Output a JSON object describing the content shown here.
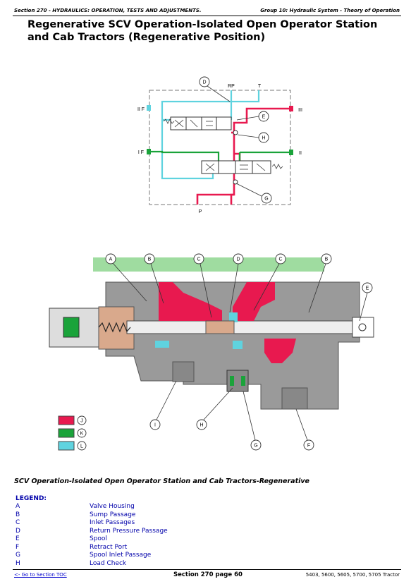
{
  "header": {
    "left": "Section 270 - HYDRAULICS: OPERATION, TESTS AND ADJUSTMENTS.",
    "right": "Group 10: Hydraulic System - Theory of Operation"
  },
  "title": "Regenerative SCV Operation-Isolated Open Operator Station and Cab Tractors (Regenerative Position)",
  "schematic_labels": {
    "rp": "RP",
    "t": "T",
    "p": "P",
    "iif": "II F",
    "iii": "III",
    "if": "I F",
    "ii": "II",
    "d": "D",
    "e": "E",
    "h": "H",
    "g": "G"
  },
  "cutaway_labels": {
    "a": "A",
    "b1": "B",
    "c1": "C",
    "d": "D",
    "c2": "C",
    "b2": "B",
    "e": "E",
    "i": "I",
    "h": "H",
    "g": "G",
    "f": "F"
  },
  "key_labels": [
    "J",
    "K",
    "L"
  ],
  "colors": {
    "pressure": "#e8194f",
    "green": "#1aa33a",
    "cyan": "#5fd3df",
    "lime": "#9fdca0",
    "gray": "#9a9a9a"
  },
  "caption": "SCV Operation-Isolated Open Operator Station and Cab Tractors-Regenerative",
  "legend": {
    "title": "LEGEND:",
    "items": [
      {
        "key": "A",
        "label": "Valve Housing"
      },
      {
        "key": "B",
        "label": "Sump Passage"
      },
      {
        "key": "C",
        "label": "Inlet Passages"
      },
      {
        "key": "D",
        "label": "Return Pressure Passage"
      },
      {
        "key": "E",
        "label": "Spool"
      },
      {
        "key": "F",
        "label": "Retract Port"
      },
      {
        "key": "G",
        "label": "Spool Inlet Passage"
      },
      {
        "key": "H",
        "label": "Load Check"
      }
    ]
  },
  "footer": {
    "left": "<- Go to Section TOC",
    "center": "Section 270 page 60",
    "right": "5403, 5600, 5605, 5700, 5705 Tractor"
  }
}
